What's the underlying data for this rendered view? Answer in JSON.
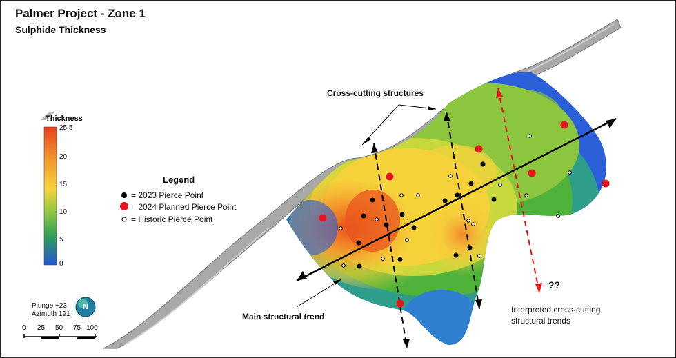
{
  "title": "Palmer Project - Zone 1",
  "subtitle": "Sulphide Thickness",
  "colorbar": {
    "title": "Thickness",
    "ticks": [
      "25.5",
      "20",
      "15",
      "10",
      "5",
      "0"
    ]
  },
  "legend": {
    "title": "Legend",
    "items": [
      {
        "label": "= 2023 Pierce Point",
        "color": "#000000"
      },
      {
        "label": "= 2024 Planned Pierce Point",
        "color": "#e8141b"
      },
      {
        "label": "= Historic Pierce Point",
        "color": "#ffffff"
      }
    ]
  },
  "annotations": {
    "cross_cutting": "Cross-cutting structures",
    "main_trend": "Main structural trend",
    "question": "??",
    "interpreted_line1": "Interpreted cross-cutting",
    "interpreted_line2": "structural trends"
  },
  "orientation": {
    "plunge": "Plunge +23",
    "azimuth": "Azimuth 191",
    "north": "N"
  },
  "scale": {
    "labels": [
      "0",
      "25",
      "50",
      "75",
      "100"
    ]
  },
  "colors": {
    "high": "#e9421c",
    "mid": "#f5d23a",
    "low_mid": "#4fb33a",
    "low": "#2a5fd8",
    "planned": "#e8141b"
  }
}
